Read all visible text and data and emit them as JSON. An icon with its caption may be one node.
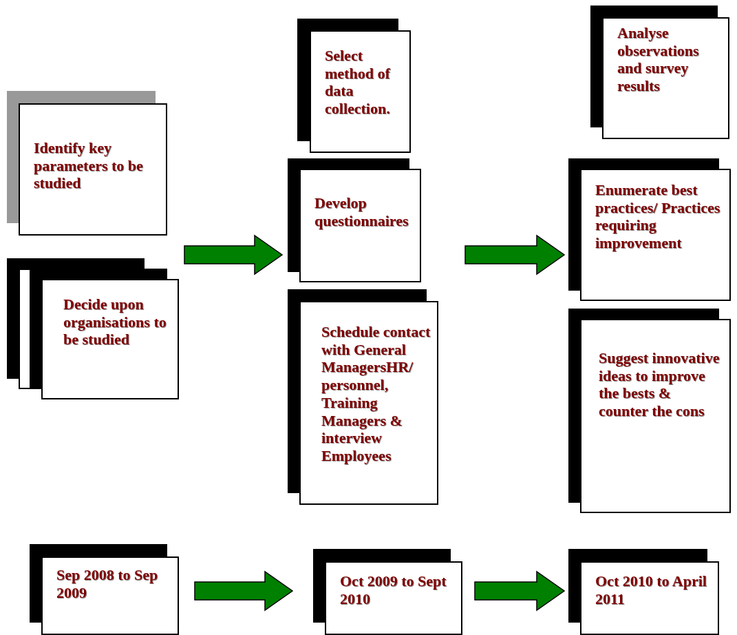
{
  "diagram": {
    "nodes": [
      {
        "text": [
          "Identify key parameters to be studied"
        ]
      },
      {
        "text": [
          "Decide upon organisations to be studied"
        ]
      },
      {
        "text": [
          "Select method of data collection."
        ]
      },
      {
        "text": [
          "Analyse observations and survey results"
        ]
      },
      {
        "text": [
          "Develop questionnaires"
        ]
      },
      {
        "text": [
          "Enumerate best practices/ Practices requiring improvement"
        ]
      },
      {
        "text": [
          "Schedule contact with General ManagersHR/ personnel, Training Managers & interview Employees"
        ]
      },
      {
        "text": [
          "Suggest innovative ideas to improve the bests & counter the cons"
        ]
      },
      {
        "text": [
          "Sep 2008 to Sep 2009"
        ]
      },
      {
        "text": [
          "Oct 2009 to Sept 2010"
        ]
      },
      {
        "text": [
          "Oct 2010 to April 2011"
        ]
      }
    ],
    "edges": [
      {
        "from": 0,
        "to": 4,
        "arrow": "to"
      },
      {
        "from": 4,
        "to": 5,
        "arrow": "to"
      },
      {
        "from": 8,
        "to": 9,
        "arrow": "to"
      },
      {
        "from": 9,
        "to": 10,
        "arrow": "to"
      }
    ]
  }
}
